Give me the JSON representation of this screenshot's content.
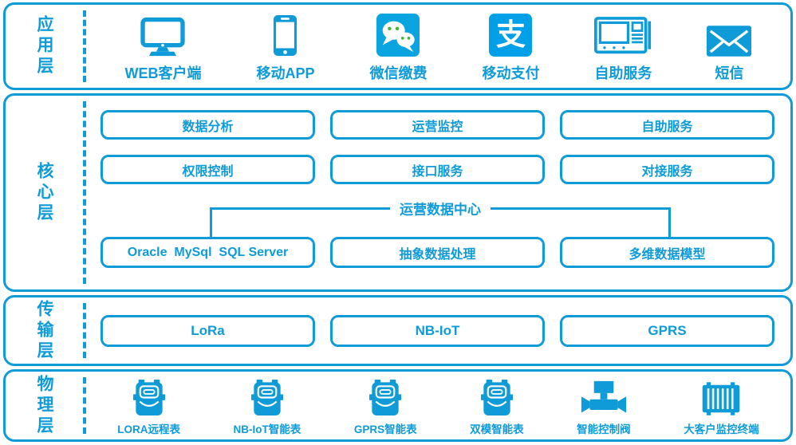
{
  "colors": {
    "primary": "#0e9bd8",
    "wechat_bg": "#0aa4e0",
    "wechat_dot": "#3cb634",
    "alipay_bg": "#00a0e9"
  },
  "alipay_glyph": "支",
  "layers": {
    "application": {
      "label": "应用层",
      "items": [
        {
          "label": "WEB客户端",
          "icon": "desktop-monitor-icon"
        },
        {
          "label": "移动APP",
          "icon": "smartphone-icon"
        },
        {
          "label": "微信缴费",
          "icon": "wechat-icon"
        },
        {
          "label": "移动支付",
          "icon": "alipay-icon"
        },
        {
          "label": "自助服务",
          "icon": "self-service-terminal-icon"
        },
        {
          "label": "短信",
          "icon": "sms-envelope-icon"
        }
      ]
    },
    "core": {
      "label": "核心层",
      "row1": [
        "数据分析",
        "运营监控",
        "自助服务"
      ],
      "row2": [
        "权限控制",
        "接口服务",
        "对接服务"
      ],
      "data_center_label": "运营数据中心",
      "row3": [
        "Oracle  MySql  SQL Server",
        "抽象数据处理",
        "多维数据模型"
      ]
    },
    "transport": {
      "label": "传输层",
      "boxes": [
        "LoRa",
        "NB-IoT",
        "GPRS"
      ]
    },
    "physical": {
      "label": "物理层",
      "items": [
        {
          "label": "LORA远程表",
          "icon": "smart-meter-icon"
        },
        {
          "label": "NB-IoT智能表",
          "icon": "smart-meter-icon"
        },
        {
          "label": "GPRS智能表",
          "icon": "smart-meter-icon"
        },
        {
          "label": "双模智能表",
          "icon": "smart-meter-icon"
        },
        {
          "label": "智能控制阀",
          "icon": "control-valve-icon"
        },
        {
          "label": "大客户监控终端",
          "icon": "monitoring-terminal-icon"
        }
      ]
    }
  }
}
